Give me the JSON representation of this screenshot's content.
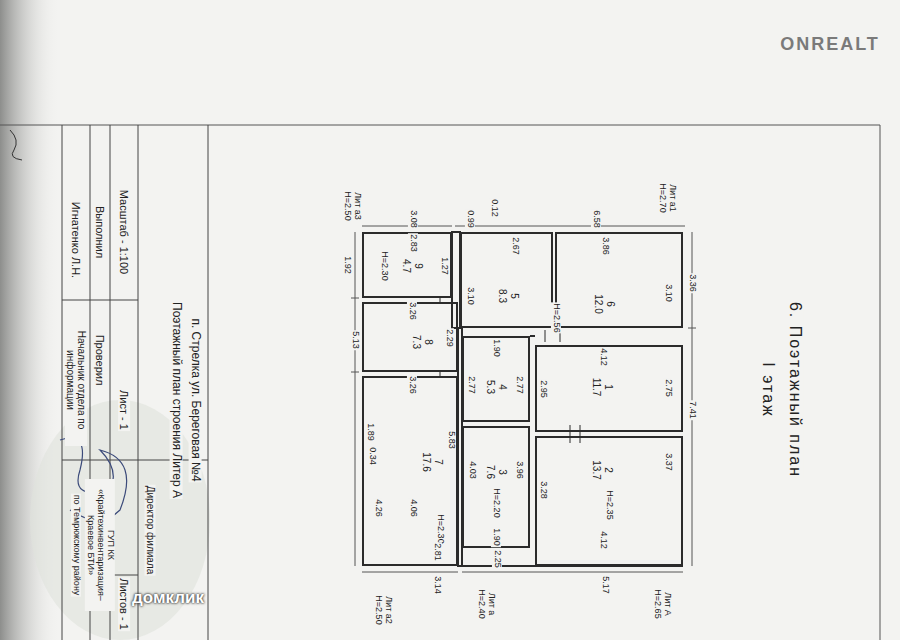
{
  "diagram": {
    "nodes": [
      {
        "text": [
          "6",
          "12.0"
        ]
      },
      {
        "text": [
          "5",
          "8.3"
        ]
      },
      {
        "text": [
          "9",
          "4.7"
        ]
      },
      {
        "text": [
          "8",
          "7.3"
        ]
      },
      {
        "text": [
          "7",
          "17.6"
        ]
      },
      {
        "text": [
          "4",
          "5.3"
        ]
      },
      {
        "text": [
          "3",
          "7.6"
        ]
      },
      {
        "text": [
          "1",
          "11.7"
        ]
      },
      {
        "text": [
          "2",
          "13.7"
        ]
      }
    ],
    "labels": [
      "Лит а1 Н=2.70",
      "3.08",
      "0.99",
      "0.12",
      "6.58",
      "Лит а3 Н=2.50",
      "2.83",
      "2.67",
      "3.86",
      "3.36",
      "1.92",
      "Н=2.30",
      "1.27",
      "3.10",
      "3.10",
      "Н=2.56",
      "3.26",
      "2.29",
      "1.90",
      "4.12",
      "2.77",
      "2.77",
      "2.95",
      "2.75",
      "3.26",
      "5.13",
      "7.41",
      "1.89",
      "0.34",
      "5.83",
      "4.03",
      "3.96",
      "3.28",
      "3.37",
      "Н=2.20",
      "Н=2.35",
      "4.26",
      "4.06",
      "Н=2.30",
      "4.12",
      "1.90",
      "2.81",
      "2.25",
      "3.14",
      "5.17",
      "Лит а Н=2.40",
      "Лит а2 Н=2.50",
      "Лит А Н=2.65",
      "Поэтажный план строения Литер А",
      "п. Стрелка ул. Береговая №4",
      "Масштаб - 1:100",
      "Лист - 1",
      "Листов - 1",
      "Выполнил",
      "Проверил",
      "Игнатенко Л.Н.",
      "Начальник отдела по информации",
      "Директор филиала",
      "ГУП КК «Крайтехинвентаризация– Краевое БТИ»",
      "по Темрюкскому району",
      "6. Поэтажный план",
      "I этаж",
      "ONREALT",
      "домклик"
    ]
  }
}
